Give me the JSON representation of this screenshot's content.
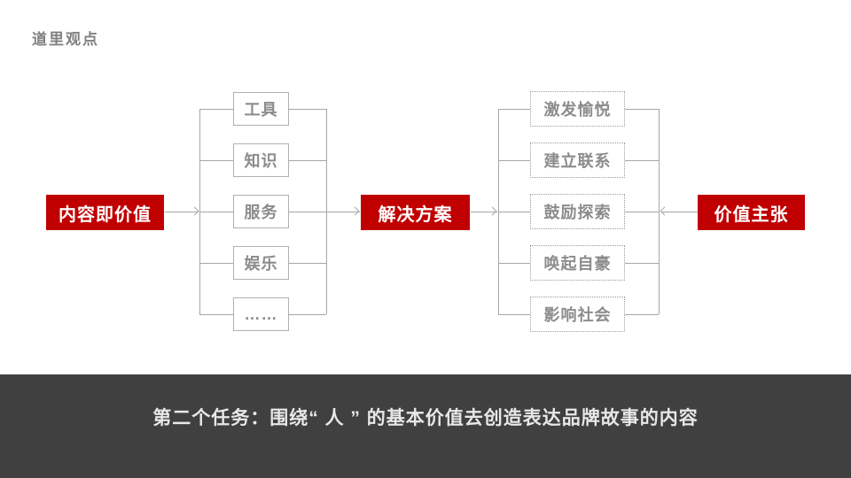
{
  "slide": {
    "title": "道里观点",
    "footer": "第二个任务：围绕“ 人 ” 的基本价值去创造表达品牌故事的内容"
  },
  "diagram": {
    "nodes": {
      "content_value": "内容即价值",
      "solution": "解决方案",
      "value_proposition": "价值主张"
    },
    "content_categories": [
      "工具",
      "知识",
      "服务",
      "娱乐",
      "……"
    ],
    "value_items": [
      "激发愉悦",
      "建立联系",
      "鼓励探索",
      "唤起自豪",
      "影响社会"
    ]
  },
  "colors": {
    "accent_red": "#c00000",
    "footer_bar": "#404040",
    "connector_gray": "#a6a6a6",
    "box_text_gray": "#8c8c8c",
    "title_gray": "#808080",
    "footer_text": "#e8e8e8"
  }
}
